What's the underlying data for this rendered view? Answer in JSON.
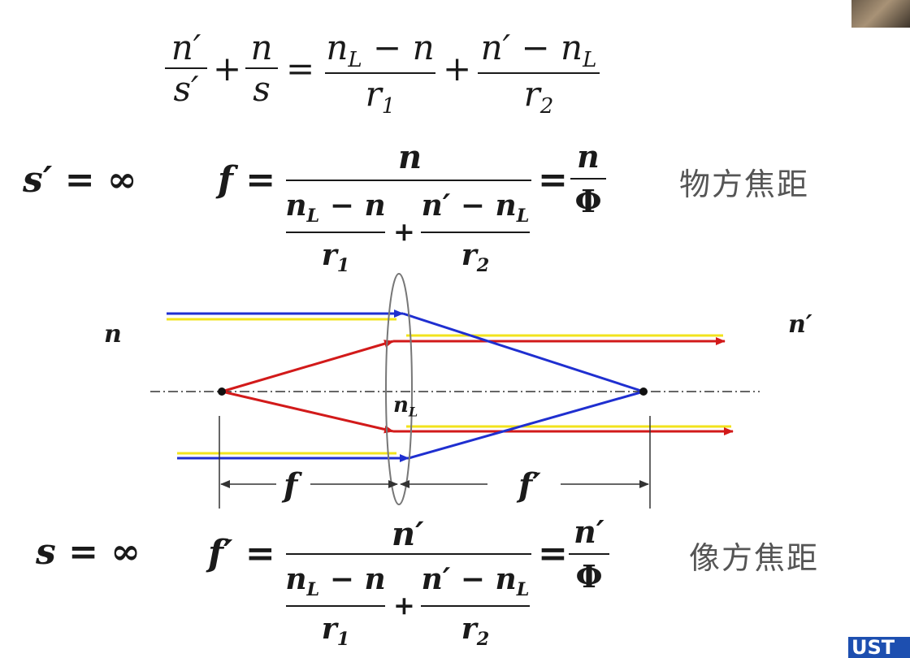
{
  "header_formula": {
    "t1_num": "n′",
    "t1_den": "s′",
    "plus1": "+",
    "t2_num": "n",
    "t2_den": "s",
    "eq": "=",
    "t3_num_a": "n",
    "t3_num_sub": "L",
    "t3_num_b": " − n",
    "t3_den_a": "r",
    "t3_den_sub": "1",
    "plus2": "+",
    "t4_num_a": "n′ − n",
    "t4_num_sub": "L",
    "t4_den_a": "r",
    "t4_den_sub": "2"
  },
  "object_focal": {
    "condition": "s′ = ∞",
    "f_label": "f =",
    "numerator": "n",
    "sub1_num_a": "n",
    "sub1_num_sub": "L",
    "sub1_num_b": " − n",
    "sub1_den_a": "r",
    "sub1_den_sub": "1",
    "plus": "+",
    "sub2_num_a": "n′ − n",
    "sub2_num_sub": "L",
    "sub2_den_a": "r",
    "sub2_den_sub": "2",
    "eq": "=",
    "right_num": "n",
    "right_den": "Φ",
    "caption": "物方焦距"
  },
  "diagram": {
    "left_medium": "n",
    "right_medium": "n′",
    "lens_a": "n",
    "lens_sub": "L",
    "f_left": "f",
    "f_right": "f′",
    "colors": {
      "blue": "#1f2fd0",
      "red": "#d21a1a",
      "yellow": "#f2e31c",
      "axis": "#333333"
    }
  },
  "image_focal": {
    "condition": "s = ∞",
    "f_label": "f′ =",
    "numerator": "n′",
    "sub1_num_a": "n",
    "sub1_num_sub": "L",
    "sub1_num_b": " − n",
    "sub1_den_a": "r",
    "sub1_den_sub": "1",
    "plus": "+",
    "sub2_num_a": "n′ − n",
    "sub2_num_sub": "L",
    "sub2_den_a": "r",
    "sub2_den_sub": "2",
    "eq": "=",
    "right_num": "n′",
    "right_den": "Φ",
    "caption": "像方焦距"
  },
  "logo_text": "UST"
}
